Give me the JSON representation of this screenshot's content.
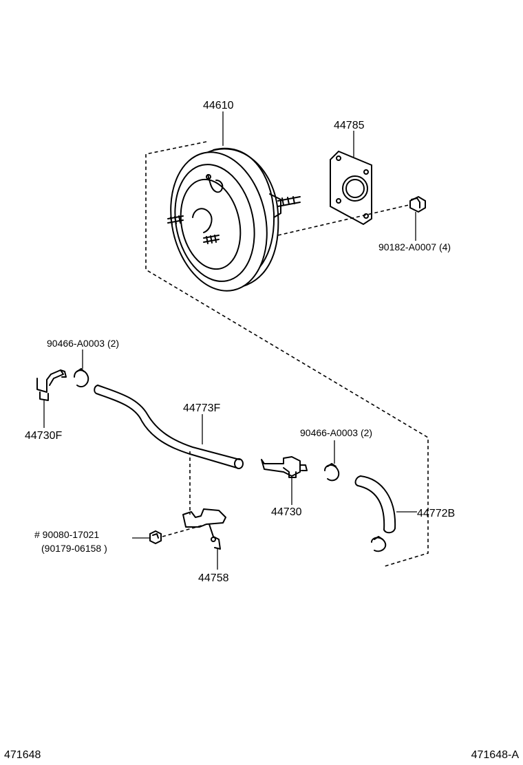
{
  "parts": {
    "booster": "44610",
    "gasket": "44785",
    "nut": "90182-A0007 (4)",
    "clamp_left": "90466-A0003 (2)",
    "union_left": "44730F",
    "hose_main": "44773F",
    "clamp_right": "90466-A0003 (2)",
    "check_valve": "44730",
    "hose_right": "44772B",
    "bolt_primary": "# 90080-17021",
    "bolt_alt": "(90179-06158 )",
    "bracket": "44758"
  },
  "footer": {
    "left_code": "471648",
    "right_code": "471648-A"
  }
}
